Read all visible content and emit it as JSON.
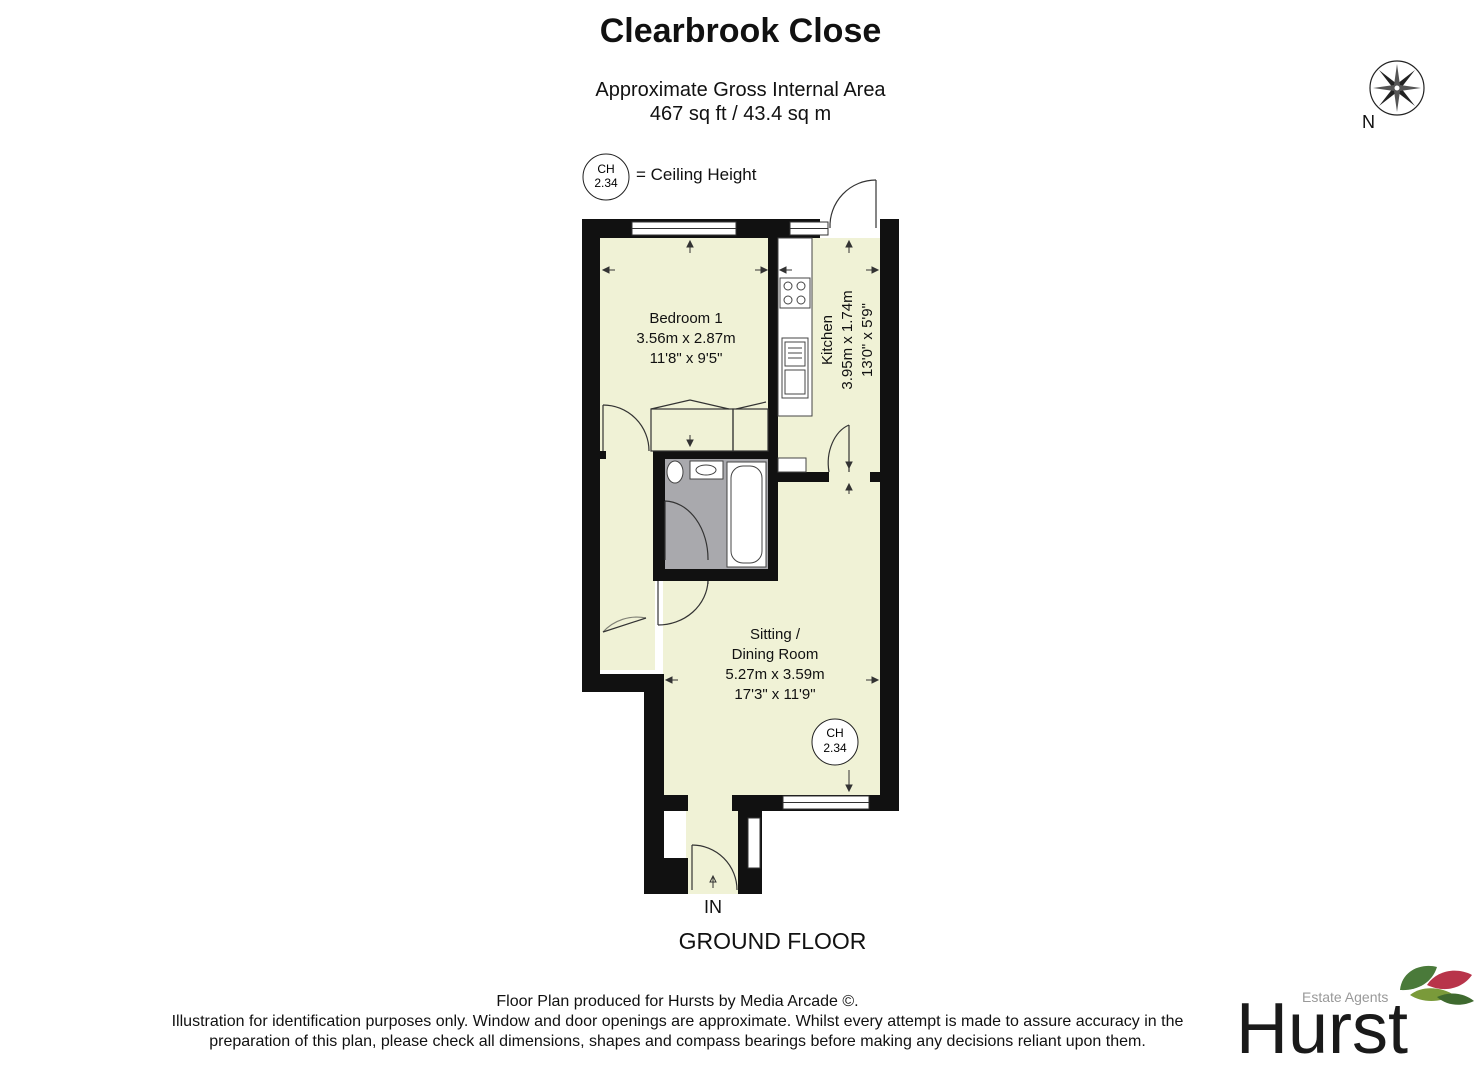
{
  "header": {
    "title": "Clearbrook Close",
    "area_label": "Approximate Gross Internal Area",
    "area_value": "467 sq ft / 43.4 sq m"
  },
  "compass": {
    "label": "N"
  },
  "legend": {
    "badge_line1": "CH",
    "badge_line2": "2.34",
    "text": "= Ceiling Height"
  },
  "rooms": {
    "bedroom": {
      "name": "Bedroom 1",
      "metric": "3.56m x 2.87m",
      "imperial": "11'8\" x 9'5\""
    },
    "kitchen": {
      "name": "Kitchen",
      "metric": "3.95m x 1.74m",
      "imperial": "13'0\" x 5'9\""
    },
    "sitting": {
      "name_line1": "Sitting /",
      "name_line2": "Dining Room",
      "metric": "5.27m x 3.59m",
      "imperial": "17'3\" x 11'9\""
    }
  },
  "ceiling_badge": {
    "line1": "CH",
    "line2": "2.34"
  },
  "entrance_label": "IN",
  "floor_label": "GROUND FLOOR",
  "footer": {
    "line1": "Floor Plan produced for Hursts by Media Arcade ©.",
    "line2": "Illustration for identification purposes only. Window and door openings are approximate. Whilst every attempt is made to assure accuracy in the",
    "line3": "preparation of this plan, please check all dimensions, shapes and compass bearings before making any decisions reliant upon them."
  },
  "logo": {
    "tagline": "Estate Agents",
    "brand": "Hurst"
  },
  "colors": {
    "floor_fill": "#f0f2d6",
    "wall": "#111111",
    "bathroom_fill": "#a9a9ad"
  }
}
